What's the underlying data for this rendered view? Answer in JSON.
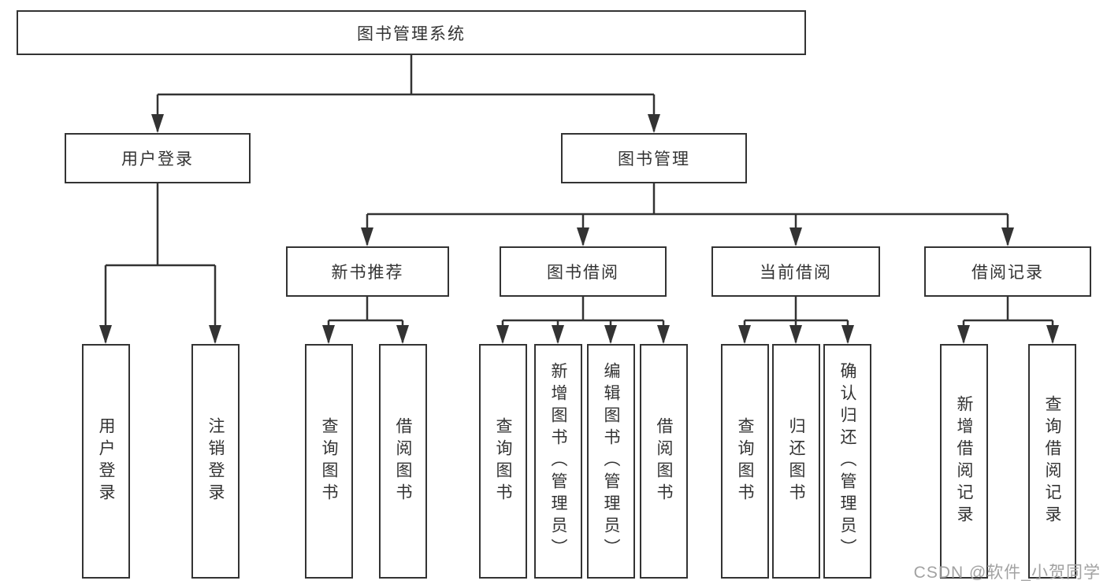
{
  "diagram_title": "图书管理系统",
  "colors": {
    "line": "#333333",
    "box_border": "#333333",
    "box_fill": "#ffffff",
    "text": "#333333",
    "background": "#ffffff",
    "watermark": "#a2a2a2"
  },
  "tree": {
    "root": {
      "label": "图书管理系统"
    },
    "children": [
      {
        "label": "用户登录",
        "children": [
          {
            "label": "用户登录"
          },
          {
            "label": "注销登录"
          }
        ]
      },
      {
        "label": "图书管理",
        "children": [
          {
            "label": "新书推荐",
            "children": [
              {
                "label": "查询图书"
              },
              {
                "label": "借阅图书"
              }
            ]
          },
          {
            "label": "图书借阅",
            "children": [
              {
                "label": "查询图书"
              },
              {
                "label": "新增图书（管理员）"
              },
              {
                "label": "编辑图书（管理员）"
              },
              {
                "label": "借阅图书"
              }
            ]
          },
          {
            "label": "当前借阅",
            "children": [
              {
                "label": "查询图书"
              },
              {
                "label": "归还图书"
              },
              {
                "label": "确认归还（管理员）"
              }
            ]
          },
          {
            "label": "借阅记录",
            "children": [
              {
                "label": "新增借阅记录"
              },
              {
                "label": "查询借阅记录"
              }
            ]
          }
        ]
      }
    ]
  },
  "watermark": "CSDN @软件_小贺同学"
}
